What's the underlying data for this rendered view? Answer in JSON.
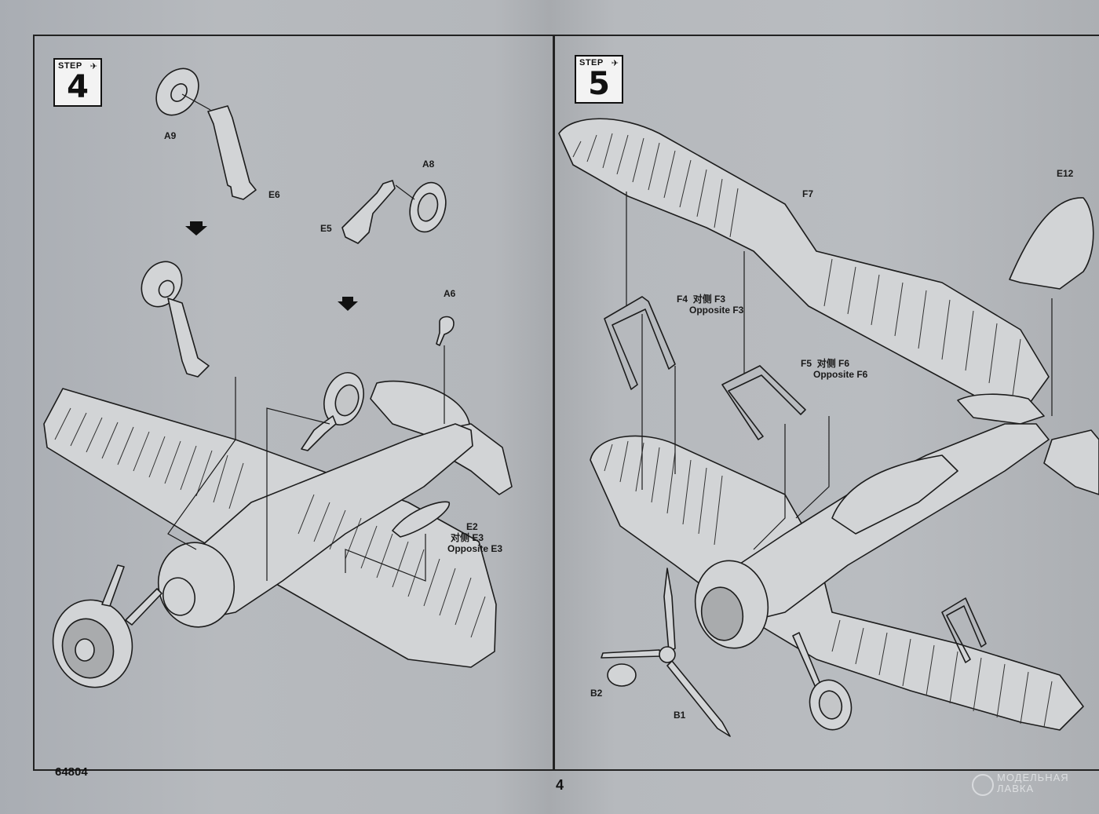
{
  "page": {
    "code": "64804",
    "number": "4"
  },
  "steps": [
    {
      "label": "STEP",
      "number": "4"
    },
    {
      "label": "STEP",
      "number": "5"
    }
  ],
  "step4_labels": {
    "a9": "A9",
    "e6": "E6",
    "a8": "A8",
    "e5": "E5",
    "a6": "A6",
    "e2": "E2",
    "e3_cn": "对侧 E3",
    "e3_en": "Opposite E3"
  },
  "step5_labels": {
    "e12": "E12",
    "f7": "F7",
    "f4": "F4",
    "f3_cn": "对侧 F3",
    "f3_en": "Opposite F3",
    "f5": "F5",
    "f6_cn": "对侧 F6",
    "f6_en": "Opposite F6",
    "b2": "B2",
    "b1": "B1"
  },
  "watermark": {
    "line1": "МОДЕЛЬНАЯ",
    "line2": "ЛАВКА"
  }
}
